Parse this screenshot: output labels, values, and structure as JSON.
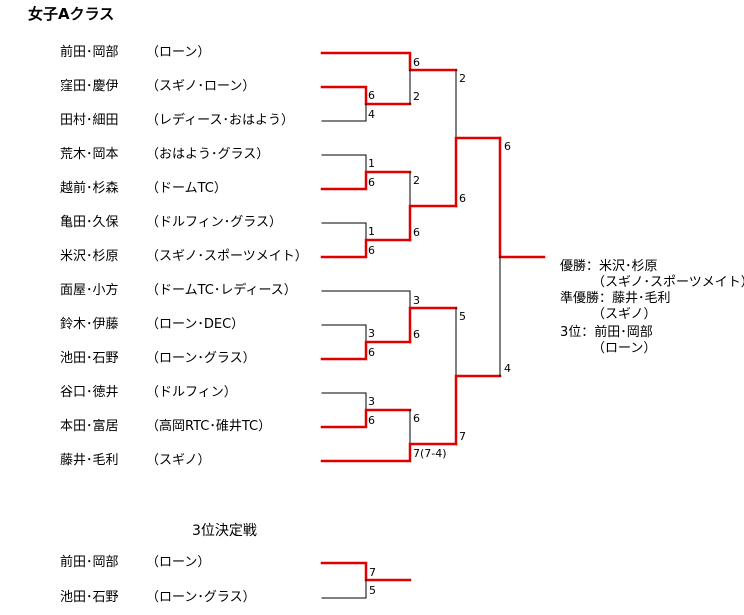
{
  "title": "女子Aクラス",
  "players": [
    {
      "name": "前田･岡部",
      "club": "（ローン）"
    },
    {
      "name": "窪田･慶伊",
      "club": "（スギノ･ローン）"
    },
    {
      "name": "田村･細田",
      "club": "（レディース･おはよう）"
    },
    {
      "name": "荒木･岡本",
      "club": "（おはよう･グラス）"
    },
    {
      "name": "越前･杉森",
      "club": "（ドームTC）"
    },
    {
      "name": "亀田･久保",
      "club": "（ドルフィン･グラス）"
    },
    {
      "name": "米沢･杉原",
      "club": "（スギノ･スポーツメイト）"
    },
    {
      "name": "面屋･小方",
      "club": "（ドームTC･レディース）"
    },
    {
      "name": "鈴木･伊藤",
      "club": "（ローン･DEC）"
    },
    {
      "name": "池田･石野",
      "club": "（ローン･グラス）"
    },
    {
      "name": "谷口･徳井",
      "club": "（ドルフィン）"
    },
    {
      "name": "本田･富居",
      "club": "（高岡RTC･碓井TC）"
    },
    {
      "name": "藤井･毛利",
      "club": "（スギノ）"
    }
  ],
  "scores": {
    "r1_23_a": "6",
    "r1_23_b": "4",
    "r1_45_a": "1",
    "r1_45_b": "6",
    "r1_67_a": "1",
    "r1_67_b": "6",
    "r1_910_a": "3",
    "r1_910_b": "6",
    "r1_1112_a": "3",
    "r1_1112_b": "6",
    "r2_top_a": "6",
    "r2_top_b": "2",
    "r2_mid_a": "2",
    "r2_mid_b": "6",
    "r2_lo_a": "3",
    "r2_lo_b": "6",
    "r2_bot_a": "6",
    "r2_bot_b": "7(7-4)",
    "sf_top_a": "2",
    "sf_top_b": "6",
    "sf_bot_a": "5",
    "sf_bot_b": "7",
    "final_a": "6",
    "final_b": "4"
  },
  "results": [
    "優勝：米沢･杉原",
    "（スギノ･スポーツメイト）",
    "準優勝：藤井･毛利",
    "（スギノ）",
    "3位：前田･岡部",
    "（ローン）"
  ],
  "third_place": {
    "title": "3位決定戦",
    "players": [
      {
        "name": "前田･岡部",
        "club": "（ローン）"
      },
      {
        "name": "池田･石野",
        "club": "（ローン･グラス）"
      }
    ],
    "score_a": "7",
    "score_b": "5"
  },
  "colors": {
    "win": "#e00000",
    "lose": "#000000"
  }
}
